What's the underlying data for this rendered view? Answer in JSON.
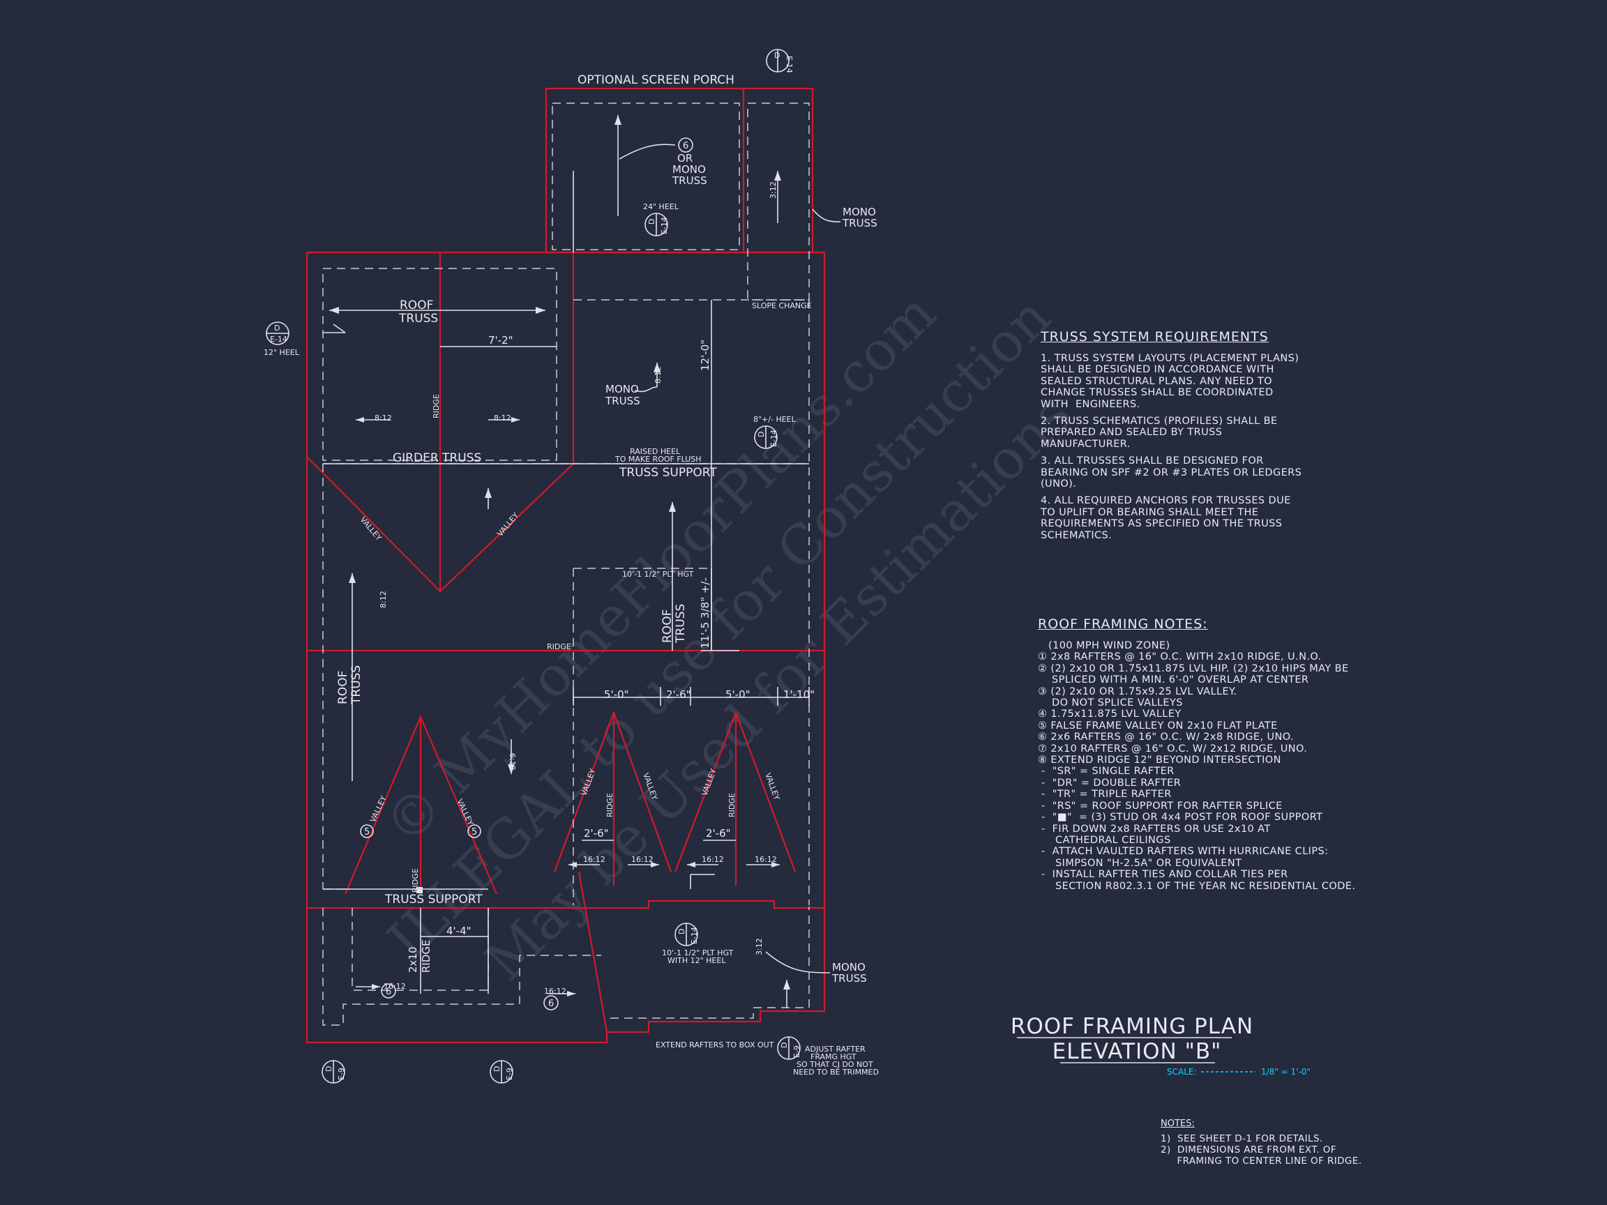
{
  "plan": {
    "title_line1": "ROOF FRAMING PLAN",
    "title_line2": "ELEVATION \"B\"",
    "scale_label": "SCALE:",
    "scale_value": "1/8\" = 1'-0\"",
    "accent_color": "#00d8ff",
    "line_color": "#d11a2a",
    "background_color": "#252a3d"
  },
  "labels": {
    "screen_porch": "OPTIONAL SCREEN PORCH",
    "roof_truss": "ROOF",
    "roof_truss_2": "TRUSS",
    "girder_truss": "GIRDER TRUSS",
    "truss_support": "TRUSS SUPPORT",
    "truss_support_bottom": "TRUSS SUPPORT",
    "raised_heel_1": "RAISED HEEL",
    "raised_heel_2": "TO MAKE ROOF FLUSH",
    "mono_truss_1": "MONO",
    "mono_truss_2": "TRUSS",
    "or_mono_1": "OR",
    "or_mono_2": "MONO",
    "or_mono_3": "TRUSS",
    "heel_24": "24\" HEEL",
    "heel_12": "12\" HEEL",
    "heel_8": "8\"+/- HEEL",
    "slope_change": "SLOPE CHANGE",
    "ridge": "RIDGE",
    "valley": "VALLEY",
    "plt_hgt": "10'-1 1/2\" PLT HGT",
    "plt_hgt_2": "10'-1 1/2\" PLT HGT",
    "with_heel": "WITH 12\" HEEL",
    "ridge_2x10_1": "2x10",
    "ridge_2x10_2": "RIDGE",
    "extend_rafters": "EXTEND RAFTERS TO BOX OUT",
    "adjust_1": "ADJUST RAFTER",
    "adjust_2": "FRAMG HGT",
    "adjust_3": "SO THAT CJ DO NOT",
    "adjust_4": "NEED TO BE TRIMMED",
    "dim_7_2": "7'-2\"",
    "dim_12_0": "12'-0\"",
    "dim_11_5": "11'-5 3/8\" +/-",
    "dim_5_0a": "5'-0\"",
    "dim_2_6": "2'-6\"",
    "dim_5_0b": "5'-0\"",
    "dim_1_10": "1'-10\"",
    "dim_2_6b": "2'-6\"",
    "dim_2_6c": "2'-6\"",
    "dim_4_4": "4'-4\"",
    "pitch_8_12": "8:12",
    "pitch_6_12": "6:12",
    "pitch_3_12": "3:12",
    "pitch_16_12": "16:12",
    "tag_d": "D",
    "tag_e14": "E-14",
    "tag_e9": "E-9",
    "num_5": "5",
    "num_6": "6"
  },
  "truss_requirements": {
    "heading": "TRUSS SYSTEM REQUIREMENTS",
    "items": [
      "1. TRUSS SYSTEM LAYOUTS (PLACEMENT PLANS)\nSHALL BE DESIGNED IN ACCORDANCE WITH\nSEALED STRUCTURAL PLANS. ANY NEED TO\nCHANGE TRUSSES SHALL BE COORDINATED\nWITH  ENGINEERS.",
      "2. TRUSS SCHEMATICS (PROFILES) SHALL BE\nPREPARED AND SEALED BY TRUSS\nMANUFACTURER.",
      "3. ALL TRUSSES SHALL BE DESIGNED FOR\nBEARING ON SPF #2 OR #3 PLATES OR LEDGERS\n(UNO).",
      "4. ALL REQUIRED ANCHORS FOR TRUSSES DUE\nTO UPLIFT OR BEARING SHALL MEET THE\nREQUIREMENTS AS SPECIFIED ON THE TRUSS\nSCHEMATICS."
    ]
  },
  "roof_notes": {
    "heading": "ROOF FRAMING NOTES:",
    "lines": [
      "   (100 MPH WIND ZONE)",
      "① 2x8 RAFTERS @ 16\" O.C. WITH 2x10 RIDGE, U.N.O.",
      "② (2) 2x10 OR 1.75x11.875 LVL HIP. (2) 2x10 HIPS MAY BE",
      "    SPLICED WITH A MIN. 6'-0\" OVERLAP AT CENTER",
      "③ (2) 2x10 OR 1.75x9.25 LVL VALLEY.",
      "    DO NOT SPLICE VALLEYS",
      "④ 1.75x11.875 LVL VALLEY",
      "⑤ FALSE FRAME VALLEY ON 2x10 FLAT PLATE",
      "⑥ 2x6 RAFTERS @ 16\" O.C. W/ 2x8 RIDGE, UNO.",
      "⑦ 2x10 RAFTERS @ 16\" O.C. W/ 2x12 RIDGE, UNO.",
      "⑧ EXTEND RIDGE 12\" BEYOND INTERSECTION",
      " -  \"SR\" = SINGLE RAFTER",
      " -  \"DR\" = DOUBLE RAFTER",
      " -  \"TR\" = TRIPLE RAFTER",
      " -  \"RS\" = ROOF SUPPORT FOR RAFTER SPLICE",
      " -  \"■\"  = (3) STUD OR 4x4 POST FOR ROOF SUPPORT",
      " -  FIR DOWN 2x8 RAFTERS OR USE 2x10 AT",
      "     CATHEDRAL CEILINGS",
      " -  ATTACH VAULTED RAFTERS WITH HURRICANE CLIPS:",
      "     SIMPSON \"H-2.5A\" OR EQUIVALENT",
      " -  INSTALL RAFTER TIES AND COLLAR TIES PER",
      "     SECTION R802.3.1 OF THE YEAR NC RESIDENTIAL CODE."
    ]
  },
  "sheet_notes": {
    "heading": "NOTES:",
    "lines": [
      "1)  SEE SHEET D-1 FOR DETAILS.",
      "2)  DIMENSIONS ARE FROM EXT. OF",
      "     FRAMING TO CENTER LINE OF RIDGE."
    ]
  },
  "watermark": {
    "line1": "© MyHomeFloorPlans.com",
    "line2": "ILLEGAL to use for Construction",
    "line3": "May be Used for Estimations"
  }
}
